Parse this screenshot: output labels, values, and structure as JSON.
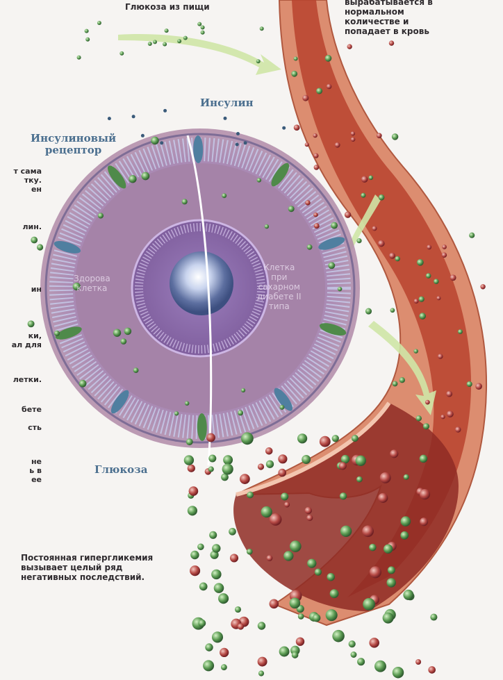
{
  "labels": {
    "glucose_from_food": "Глюкоза из пищи",
    "insulin_text_lines": [
      "вырабатывается в",
      "нормальном",
      "количестве и",
      "попадает в кровь"
    ],
    "insulin": "Инсулин",
    "insulin_receptor": [
      "Инсулиновый",
      "рецептор"
    ],
    "healthy_cell": [
      "Здорова",
      "клетка"
    ],
    "diabetic_cell": [
      "Клетка",
      "при",
      "сахарном",
      "диабете II",
      "типа"
    ],
    "glucose": "Глюкоза",
    "hyperglycemia": [
      "Постоянная гипергликемия",
      "вызывает целый ряд",
      "негативных последствий."
    ]
  },
  "left_fragments": [
    [
      "т сама",
      "тку.",
      "ен"
    ],
    [
      "лин."
    ],
    [
      "ин"
    ],
    [
      "ки,",
      "ал для"
    ],
    [
      "летки."
    ],
    [
      "бете",
      "",
      "сть"
    ],
    [
      "не",
      "ь в",
      "ее"
    ]
  ],
  "colors": {
    "vessel_outer": "#d98a6d",
    "vessel_lumen": "#b3402c",
    "cell_outer": "#b596b5",
    "cell_inner": "#8e6aa5",
    "nucleus": "#d8dff0",
    "glucose_dot": "#5d9a55",
    "blood_dot": "#a8403f",
    "insulin_color": "#3a5a7a",
    "arrow_green": "#cfe6a6"
  }
}
